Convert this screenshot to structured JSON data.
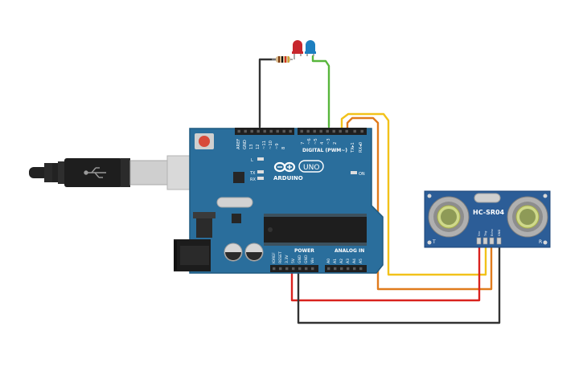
{
  "canvas": {
    "background": "#ffffff"
  },
  "board": {
    "brand": "ARDUINO",
    "model": "UNO",
    "label_digital": "DIGITAL (PWM~)",
    "label_power": "POWER",
    "label_analog": "ANALOG IN",
    "label_l": "L",
    "label_tx": "TX",
    "label_rx": "RX",
    "label_on": "ON",
    "label_aref": "AREF",
    "label_gnd": "GND",
    "label_pin13": "13",
    "label_pin12": "12",
    "label_pin11": "~11",
    "label_pin10": "~10",
    "label_pin9": "~9",
    "label_pin8": "8",
    "label_pin7": "7",
    "label_pin6": "~6",
    "label_pin5": "~5",
    "label_pin4": "4",
    "label_pin3": "~3",
    "label_pin2": "2",
    "label_pin1": "TX▸1",
    "label_pin0": "RX◂0",
    "label_ioref": "IOREF",
    "label_reset": "RESET",
    "label_3v3": "3.3V",
    "label_5v": "5V",
    "label_gnd1": "GND",
    "label_gnd2": "GND",
    "label_vin": "Vin",
    "label_a0": "A0",
    "label_a1": "A1",
    "label_a2": "A2",
    "label_a3": "A3",
    "label_a4": "A4",
    "label_a5": "A5",
    "color": "#2a6e9c"
  },
  "sensor": {
    "name": "HC-SR04",
    "label_t": "T",
    "label_r": "R",
    "pin_vcc": "Vcc",
    "pin_trig": "Trig",
    "pin_echo": "Echo",
    "pin_gnd": "GND",
    "color": "#2c5d97"
  },
  "components": {
    "led_red": "#c7262d",
    "led_blue": "#1d7fc0",
    "resistor": "#d7b98c"
  },
  "wires": {
    "black": "#333333",
    "green": "#58b63c",
    "yellow": "#f2c21a",
    "orange": "#e07b1c",
    "red": "#d9221e"
  }
}
